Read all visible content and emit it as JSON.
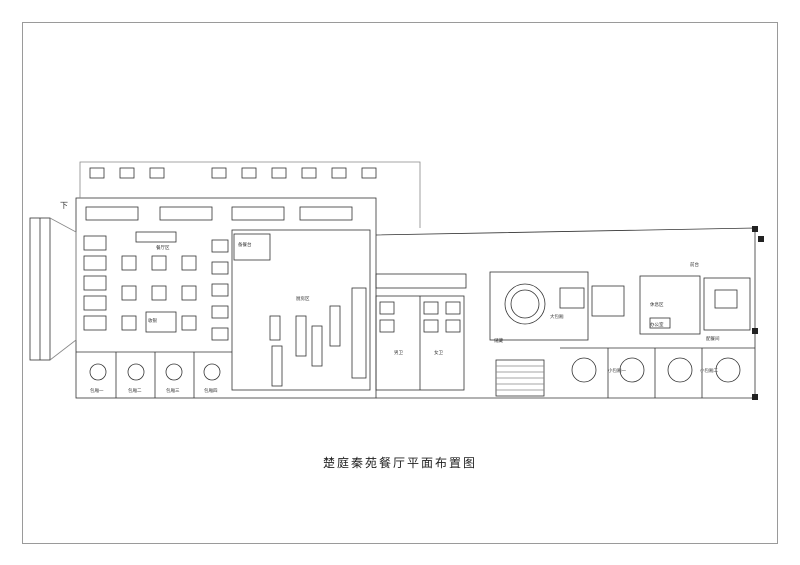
{
  "title": "楚庭秦苑餐厅平面布置图",
  "stair_label": "下",
  "room_labels": {
    "dining_hall": "餐厅区",
    "kitchen": "厨房区",
    "cashier": "收银",
    "service": "备餐台",
    "restroom_m": "男卫",
    "restroom_f": "女卫",
    "private_1": "包厢一",
    "private_2": "包厢二",
    "private_3": "包厢三",
    "private_4": "包厢四",
    "vip_room": "大包厢",
    "lounge": "休息区",
    "office": "办公室",
    "pantry": "配餐间",
    "small_private_a": "小包厢一",
    "small_private_b": "小包厢二",
    "storage": "储藏",
    "reception": "前台"
  }
}
